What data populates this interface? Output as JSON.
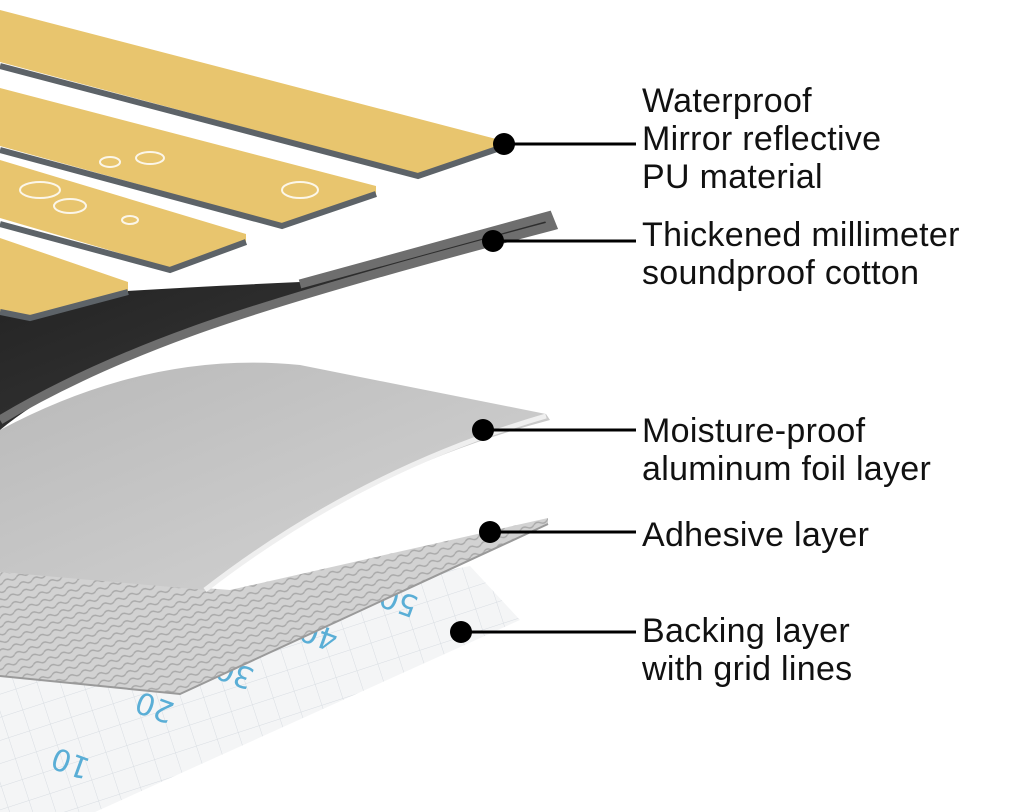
{
  "layers": [
    {
      "id": "pu",
      "lines": [
        "Waterproof",
        "Mirror reflective",
        "PU material"
      ]
    },
    {
      "id": "cotton",
      "lines": [
        "Thickened millimeter",
        "soundproof cotton"
      ]
    },
    {
      "id": "foil",
      "lines": [
        "Moisture-proof",
        "aluminum foil layer"
      ]
    },
    {
      "id": "adhesive",
      "lines": [
        "Adhesive layer"
      ]
    },
    {
      "id": "backing",
      "lines": [
        "Backing layer",
        "with grid lines"
      ]
    }
  ],
  "grid_numbers": [
    "10",
    "20",
    "30",
    "40",
    "50"
  ],
  "colors": {
    "pu_surface": "#e8c56e",
    "pu_edge": "#5d6368",
    "cotton": "#2c2c2c",
    "foil": "#c9c9c9",
    "adhesive": "#cfcfcf",
    "backing": "#f3f3f3",
    "grid_number": "#5aaed6",
    "leader": "#000000"
  }
}
